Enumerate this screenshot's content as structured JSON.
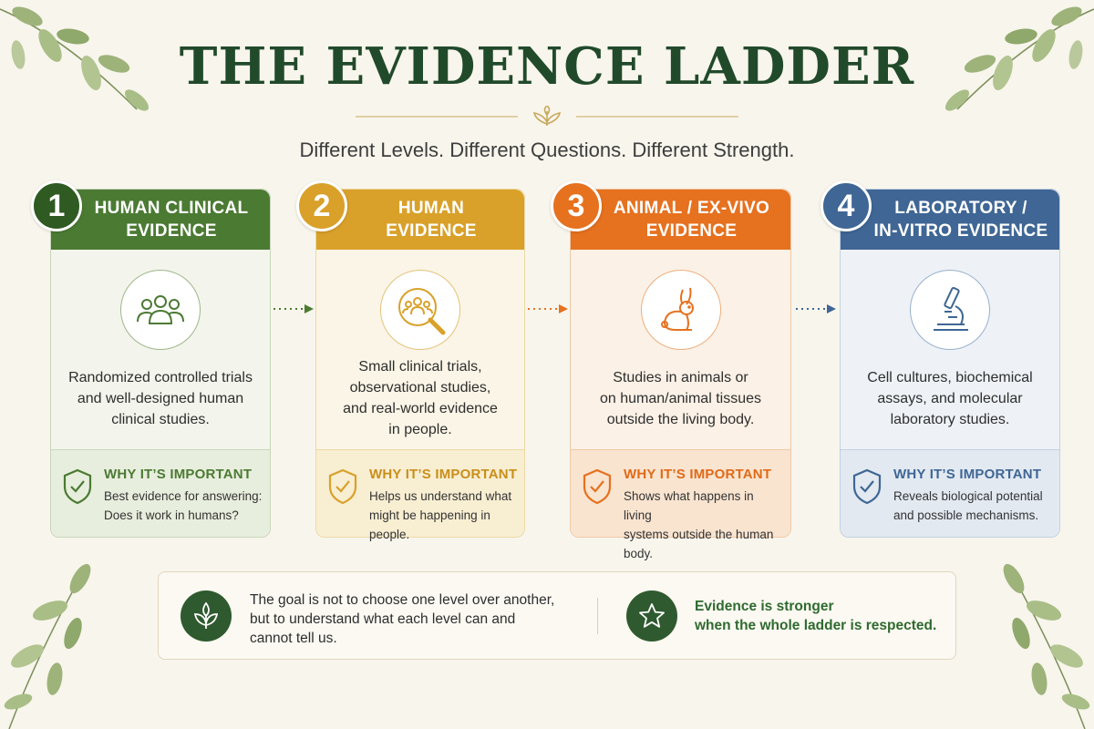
{
  "title": "THE EVIDENCE LADDER",
  "subtitle": "Different Levels. Different Questions. Different Strength.",
  "colors": {
    "green": "#4b7a33",
    "gold": "#d9a12a",
    "orange": "#e6711f",
    "blue": "#3f6694",
    "dark_green": "#214a2b"
  },
  "levels": [
    {
      "number": "1",
      "title": "HUMAN CLINICAL\nEVIDENCE",
      "icon": "people-group-icon",
      "description": "Randomized controlled trials\nand well-designed human\nclinical studies.",
      "why_title": "WHY IT’S IMPORTANT",
      "why_text": "Best evidence for answering:\nDoes it work in humans?"
    },
    {
      "number": "2",
      "title": "HUMAN\nEVIDENCE",
      "icon": "people-magnifier-icon",
      "description": "Small clinical trials,\nobservational studies,\nand real-world evidence\nin people.",
      "why_title": "WHY IT’S IMPORTANT",
      "why_text": "Helps us understand what\nmight be happening in people."
    },
    {
      "number": "3",
      "title": "ANIMAL / EX-VIVO\nEVIDENCE",
      "icon": "rabbit-icon",
      "description": "Studies in animals or\non human/animal tissues\noutside the living body.",
      "why_title": "WHY IT’S IMPORTANT",
      "why_text": "Shows what happens in living\nsystems outside the human body."
    },
    {
      "number": "4",
      "title": "LABORATORY /\nIN-VITRO EVIDENCE",
      "icon": "microscope-icon",
      "description": "Cell cultures, biochemical\nassays, and molecular\nlaboratory studies.",
      "why_title": "WHY IT’S IMPORTANT",
      "why_text": "Reveals biological potential\nand possible mechanisms."
    }
  ],
  "footer": {
    "left_icon": "sprout-icon",
    "left_text": "The goal is not to choose one level over another,\nbut to understand what each level can and\ncannot tell us.",
    "right_icon": "star-icon",
    "right_text": "Evidence is stronger\nwhen the whole ladder is respected."
  }
}
